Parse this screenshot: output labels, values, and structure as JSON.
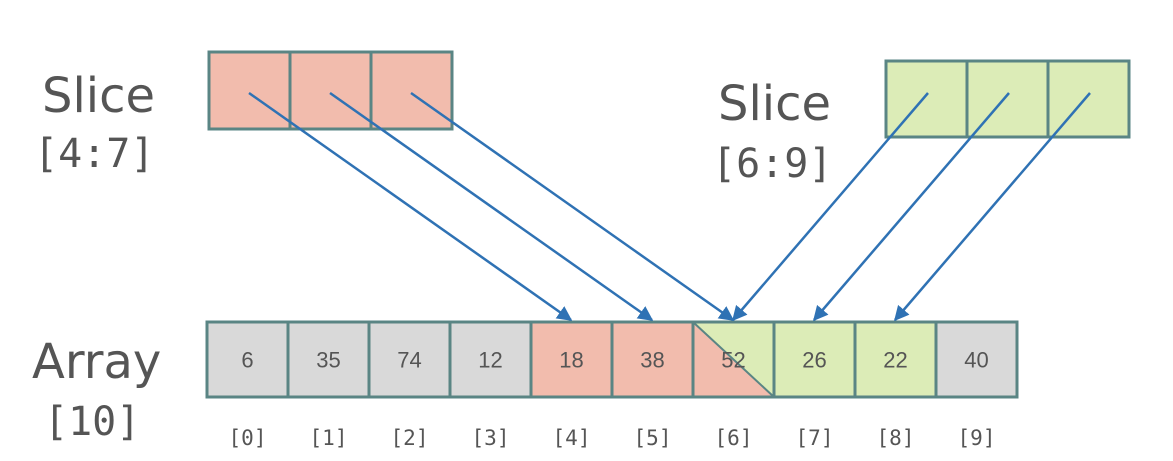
{
  "slice_a": {
    "word": "Slice",
    "range": "[4:7]",
    "start": 4,
    "end": 7
  },
  "slice_b": {
    "word": "Slice",
    "range": "[6:9]",
    "start": 6,
    "end": 9
  },
  "array": {
    "word": "Array",
    "size": "[10]",
    "values": [
      "6",
      "35",
      "74",
      "12",
      "18",
      "38",
      "52",
      "26",
      "22",
      "40"
    ],
    "indices": [
      "[0]",
      "[1]",
      "[2]",
      "[3]",
      "[4]",
      "[5]",
      "[6]",
      "[7]",
      "[8]",
      "[9]"
    ]
  },
  "colors": {
    "neutral": "#d9d9d9",
    "slice_a": "#f2bcad",
    "slice_b": "#dcecb7",
    "border": "#5a8584",
    "arrow": "#2f72b4",
    "text": "#555555"
  }
}
